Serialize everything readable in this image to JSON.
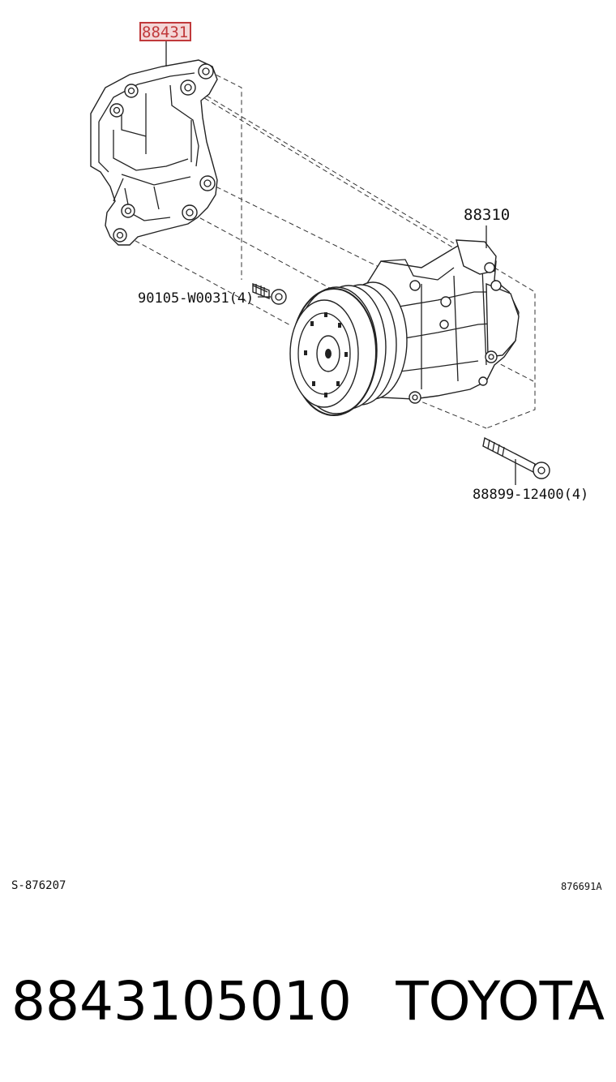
{
  "diagram": {
    "highlighted_part": "88431",
    "parts": [
      {
        "label": "88431"
      },
      {
        "label": "88310"
      },
      {
        "label": "90105-W0031(4)"
      },
      {
        "label": "88899-12400(4)"
      }
    ],
    "ref_left": "S-876207",
    "ref_right": "876691A"
  },
  "footer": {
    "part_number": "8843105010",
    "brand": "TOYOTA"
  },
  "colors": {
    "highlight": "#c0393b",
    "line": "#222222"
  }
}
